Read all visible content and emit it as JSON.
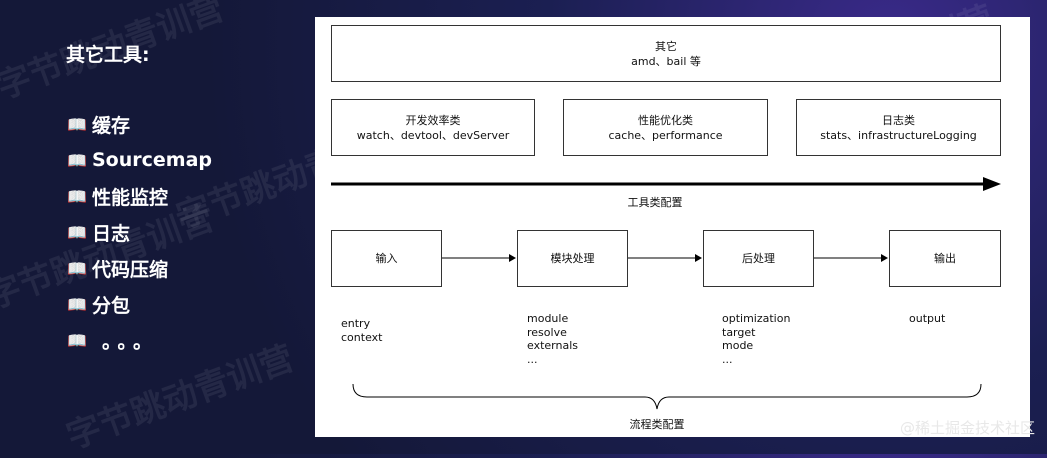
{
  "sidebar": {
    "title": "其它工具:",
    "items": [
      {
        "icon": "open-book-icon",
        "label": "缓存"
      },
      {
        "icon": "open-book-icon",
        "label": "Sourcemap"
      },
      {
        "icon": "open-book-icon",
        "label": "性能监控"
      },
      {
        "icon": "open-book-icon",
        "label": "日志"
      },
      {
        "icon": "open-book-icon",
        "label": "代码压缩"
      },
      {
        "icon": "open-book-icon",
        "label": "分包"
      },
      {
        "icon": "open-book-icon",
        "label": "。。。"
      }
    ]
  },
  "diagram": {
    "top_box": {
      "title": "其它",
      "sub": "amd、bail 等"
    },
    "tool_boxes": [
      {
        "title": "开发效率类",
        "sub": "watch、devtool、devServer"
      },
      {
        "title": "性能优化类",
        "sub": "cache、performance"
      },
      {
        "title": "日志类",
        "sub": "stats、infrastructureLogging"
      }
    ],
    "tool_axis_label": "工具类配置",
    "flow_boxes": [
      "输入",
      "模块处理",
      "后处理",
      "输出"
    ],
    "flow_notes": [
      [
        "entry",
        "context"
      ],
      [
        "module",
        "resolve",
        "externals",
        "..."
      ],
      [
        "optimization",
        "target",
        "mode",
        "..."
      ],
      [
        "output"
      ]
    ],
    "flow_label": "流程类配置"
  },
  "watermark": "字节跳动青训营",
  "credit": "@稀土掘金技术社区"
}
